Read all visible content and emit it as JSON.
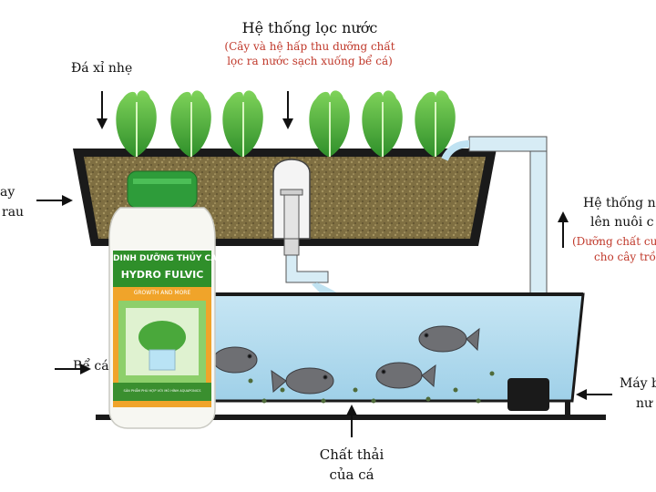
{
  "diagram": {
    "labels": {
      "filter_title": "Hệ thống lọc nước",
      "filter_note_1": "(Cây và hệ hấp thu dưỡng chất",
      "filter_note_2": "lọc ra nước sạch xuống bể cá)",
      "stone": "Đá xỉ nhẹ",
      "bed_1": "ay",
      "bed_2": "rau",
      "pump_up_1": "Hệ thống n",
      "pump_up_2": "lên nuôi c",
      "pump_up_note_1": "(Dưỡng chất cu",
      "pump_up_note_2": "cho cây trồ",
      "fish_tank": "Bể cá",
      "pump_1": "Máy b",
      "pump_2": "nư",
      "waste_1": "Chất thải",
      "waste_2": "của cá"
    },
    "product": {
      "line1": "DINH DƯỠNG THỦY CANH",
      "line2": "HYDRO FULVIC",
      "tagline": "GROWTH AND MORE",
      "footnote": "SẢN PHẨM PHÙ HỢP VỚI MÔ HÌNH AQUAPONICS"
    },
    "colors": {
      "water": "#a9d7ec",
      "soil": "#8a7a4a",
      "plant": "#3fa535",
      "bottle_cap": "#2e9c3a",
      "arrow": "#111111",
      "note_red": "#c0392b"
    }
  }
}
